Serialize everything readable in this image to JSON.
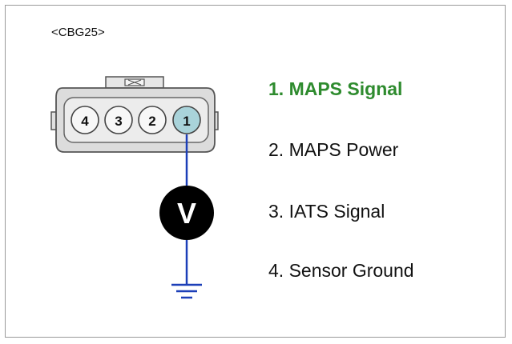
{
  "connector_code": "<CBG25>",
  "connector": {
    "pins": [
      "4",
      "3",
      "2",
      "1"
    ],
    "measured_pin": "1"
  },
  "meter_label": "V",
  "legend": [
    {
      "text": "1. MAPS Signal",
      "highlighted": true
    },
    {
      "text": "2. MAPS Power",
      "highlighted": false
    },
    {
      "text": "3. IATS Signal",
      "highlighted": false
    },
    {
      "text": "4. Sensor Ground",
      "highlighted": false
    }
  ],
  "colors": {
    "highlight_text": "#2e8b2e",
    "wire": "#1c3fb8",
    "measured_pin_fill": "#a9d3da",
    "connector_fill": "#d9d9d9"
  },
  "icons": {
    "ground": "ground-symbol-icon",
    "meter": "voltmeter-icon"
  }
}
